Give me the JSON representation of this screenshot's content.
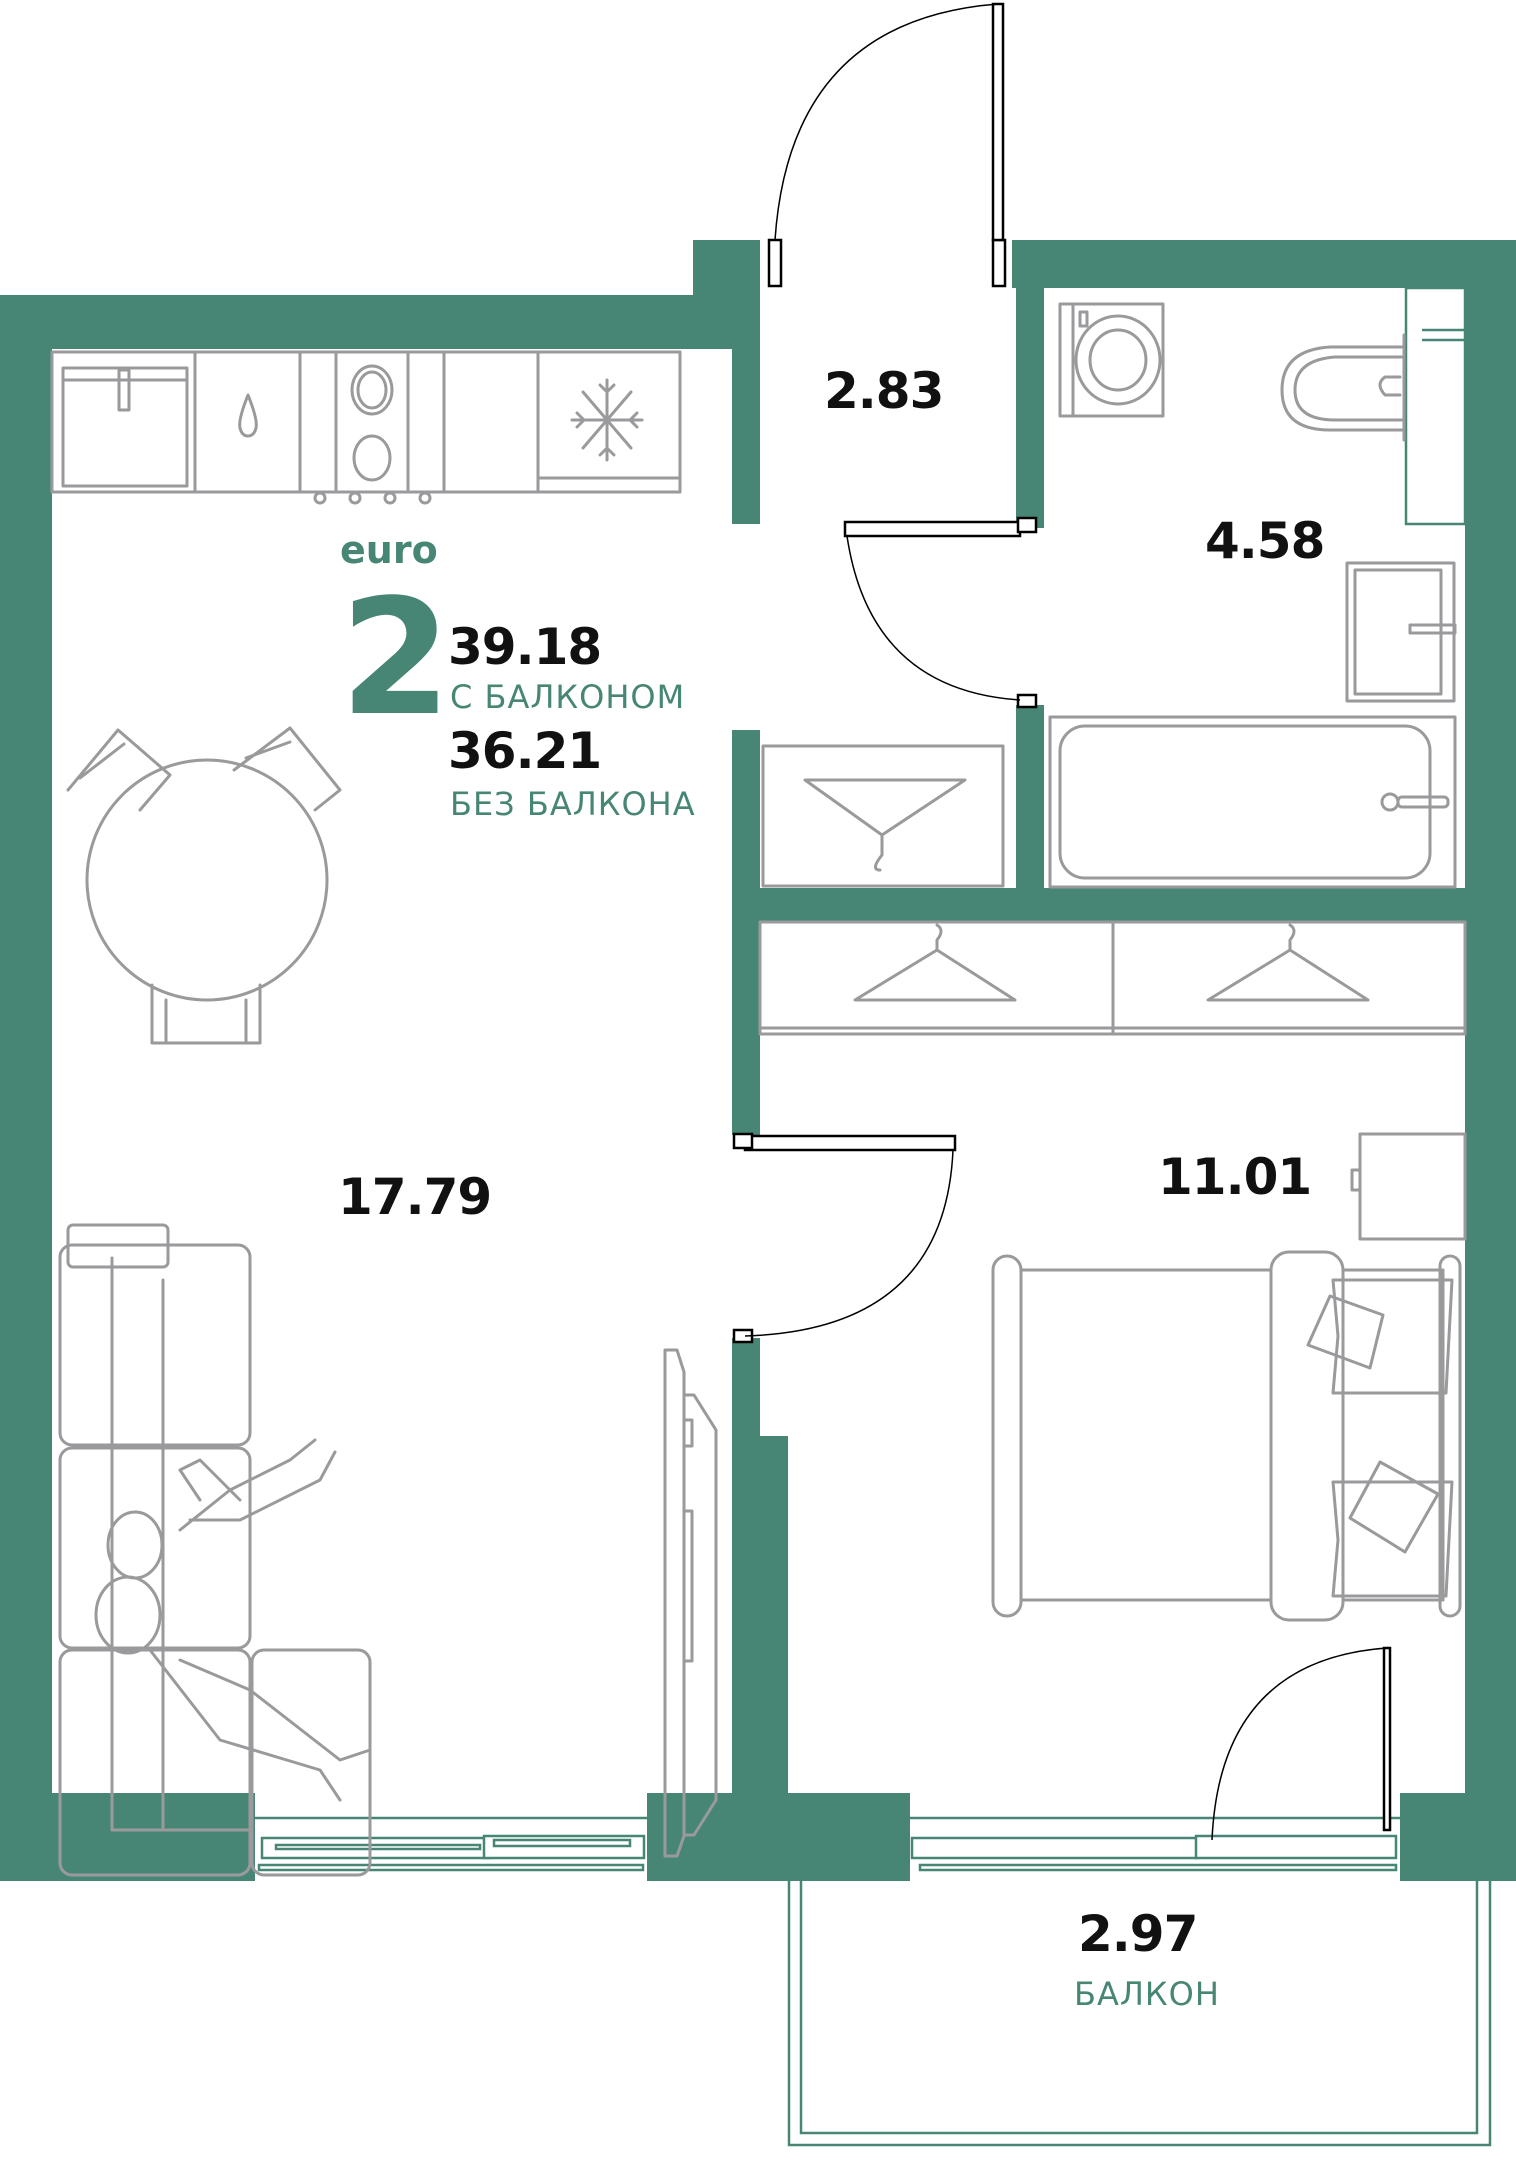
{
  "plan": {
    "type_label": "euro",
    "rooms_count": "2",
    "total_area_with_balcony": "39.18",
    "with_balcony_label": "С БАЛКОНОМ",
    "total_area_without_balcony": "36.21",
    "without_balcony_label": "БЕЗ БАЛКОНА"
  },
  "rooms": {
    "hallway": {
      "area": "2.83"
    },
    "bathroom": {
      "area": "4.58"
    },
    "kitchen_living": {
      "area": "17.79"
    },
    "bedroom": {
      "area": "11.01"
    },
    "balcony": {
      "area": "2.97",
      "label": "БАЛКОН"
    }
  },
  "colors": {
    "wall": "#478675",
    "accent_text": "#478675",
    "area_text": "#111111",
    "furniture_stroke": "#9a9a9d",
    "background": "#ffffff"
  },
  "icons": [
    "sink-icon",
    "water-drop-icon",
    "stove-icon",
    "snowflake-freezer-icon",
    "hanger-icon",
    "washing-machine-icon",
    "toilet-icon",
    "washbasin-icon",
    "bathtub-icon",
    "bed-icon",
    "pillow-icon",
    "sofa-icon",
    "tv-icon",
    "dining-table-icon",
    "chair-icon",
    "people-icon",
    "door-icon",
    "window-icon"
  ]
}
